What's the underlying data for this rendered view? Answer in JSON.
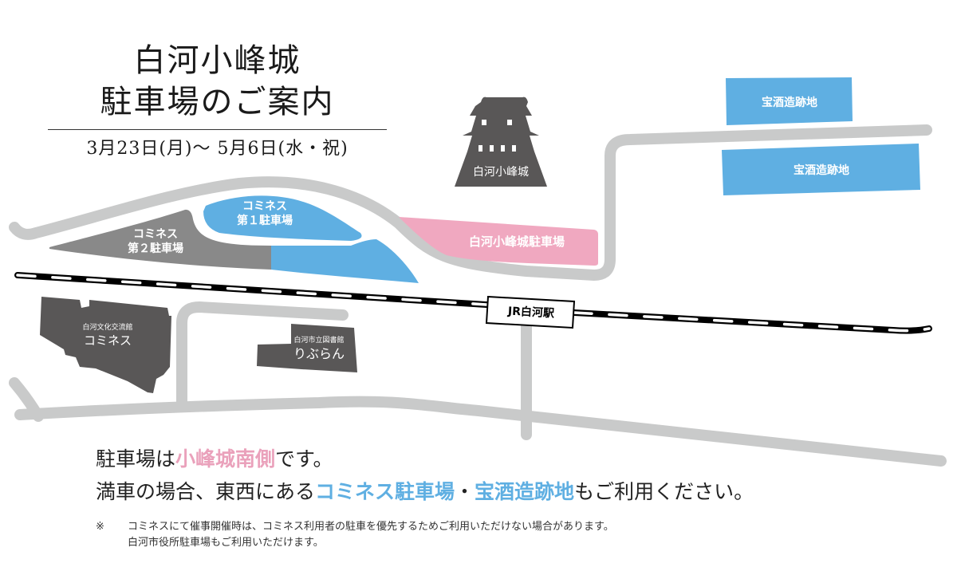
{
  "title": {
    "line1": "白河小峰城",
    "line2": "駐車場のご案内",
    "period": "3月23日(月)〜 5月6日(水・祝)"
  },
  "map": {
    "castle": {
      "label": "白河小峰城",
      "icon": "castle-icon"
    },
    "parking_castle": {
      "label": "白河小峰城駐車場",
      "color": "#f0a8c0"
    },
    "parking_kominesu_1": {
      "line1": "コミネス",
      "line2": "第１駐車場",
      "color": "#5fafe2"
    },
    "parking_kominesu_2": {
      "line1": "コミネス",
      "line2": "第２駐車場",
      "color": "#898989"
    },
    "parking_takara_north": {
      "label": "宝酒造跡地",
      "color": "#5fafe2"
    },
    "parking_takara_south": {
      "label": "宝酒造跡地",
      "color": "#5fafe2"
    },
    "kominesu_building": {
      "sub": "白河文化交流館",
      "name": "コミネス",
      "color": "#595757"
    },
    "library_building": {
      "sub": "白河市立図書館",
      "name": "りぶらん",
      "color": "#595757"
    },
    "station": {
      "label": "JR白河駅"
    },
    "road_color": "#c9caca",
    "rail_color": "#000000"
  },
  "notice": {
    "line1_prefix": "駐車場は",
    "line1_highlight": "小峰城南側",
    "line1_suffix": "です。",
    "line2_prefix": "満車の場合、東西にある",
    "line2_highlight1": "コミネス駐車場",
    "line2_sep": "・",
    "line2_highlight2": "宝酒造跡地",
    "line2_suffix": "もご利用ください。"
  },
  "footnote": {
    "mark": "※",
    "line1": "コミネスにて催事開催時は、コミネス利用者の駐車を優先するためご利用いただけない場合があります。",
    "line2": "白河市役所駐車場もご利用いただけます。"
  }
}
